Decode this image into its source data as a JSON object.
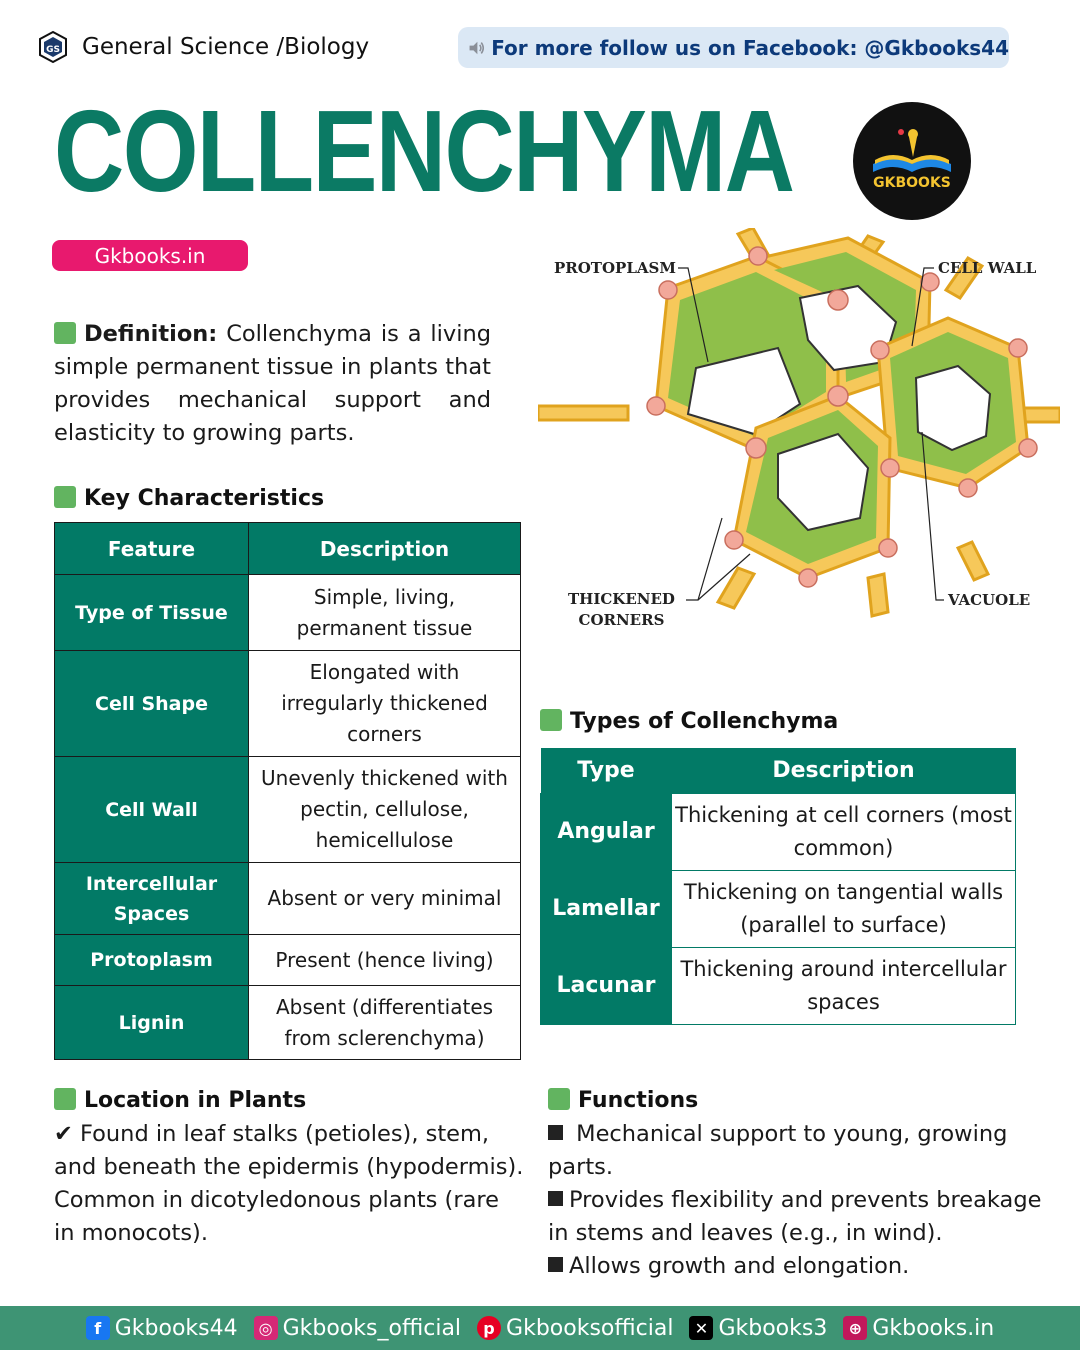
{
  "header": {
    "category": "General Science /Biology",
    "facebook_text": "For  more follow us on Facebook: @Gkbooks44"
  },
  "title": "COLLENCHYMA",
  "logo_text": "GKBOOKS",
  "site_badge": "Gkbooks.in",
  "definition": {
    "label": "Definition:",
    "text": " Collenchyma is a living simple permanent tissue in plants that provides mechanical support and elasticity to growing parts."
  },
  "diagram": {
    "labels": {
      "protoplasm": "PROTOPLASM",
      "cell_wall": "CELL WALL",
      "thickened_line1": "THICKENED",
      "thickened_line2": "CORNERS",
      "vacuole": "VACUOLE"
    }
  },
  "key_characteristics": {
    "heading": "Key Characteristics",
    "columns": [
      "Feature",
      "Description"
    ],
    "rows": [
      {
        "feature": "Type of Tissue",
        "description": "Simple, living, permanent tissue"
      },
      {
        "feature": "Cell Shape",
        "description": "Elongated with irregularly thickened corners"
      },
      {
        "feature": "Cell Wall",
        "description": "Unevenly thickened with pectin, cellulose, hemicellulose"
      },
      {
        "feature": "Intercellular Spaces",
        "description": "Absent or very minimal"
      },
      {
        "feature": "Protoplasm",
        "description": "Present (hence living)"
      },
      {
        "feature": "Lignin",
        "description": "Absent (differentiates from sclerenchyma)"
      }
    ]
  },
  "types": {
    "heading": "Types of Collenchyma",
    "columns": [
      "Type",
      "Description"
    ],
    "rows": [
      {
        "type": "Angular",
        "description": "Thickening at cell corners (most common)"
      },
      {
        "type": "Lamellar",
        "description": "Thickening on tangential walls (parallel to surface)"
      },
      {
        "type": "Lacunar",
        "description": "Thickening around intercellular spaces"
      }
    ]
  },
  "location": {
    "heading": "Location in Plants",
    "check": "✔",
    "line1": " Found in leaf stalks (petioles), stem, and beneath the epidermis (hypodermis).",
    "line2": "Common in dicotyledonous plants (rare in monocots)."
  },
  "functions": {
    "heading": "Functions",
    "items": [
      " Mechanical support to young, growing parts.",
      "Provides flexibility and prevents breakage in stems and leaves (e.g., in wind).",
      "Allows growth and elongation."
    ]
  },
  "footer": {
    "facebook": "Gkbooks44",
    "instagram": "Gkbooks_official",
    "pinterest": "Gkbooksofficial",
    "x": "Gkbooks3",
    "web": "Gkbooks.in"
  },
  "colors": {
    "primary_green": "#027a66",
    "pink": "#e8196e",
    "footer_green": "#3e9474",
    "bullet_green": "#62b460"
  },
  "icons": [
    "gs-shield-icon",
    "speaker-icon",
    "gkbooks-logo",
    "facebook-icon",
    "instagram-icon",
    "pinterest-icon",
    "x-icon",
    "globe-icon"
  ]
}
